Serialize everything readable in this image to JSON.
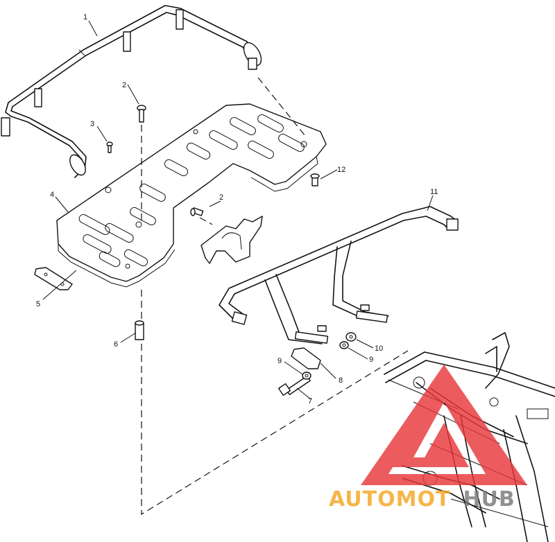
{
  "callouts": {
    "c1": "1",
    "c2a": "2",
    "c2b": "2",
    "c3": "3",
    "c4": "4",
    "c5": "5",
    "c6": "6",
    "c7": "7",
    "c8": "8",
    "c9a": "9",
    "c9b": "9",
    "c10": "10",
    "c11": "11",
    "c12": "12"
  },
  "watermark": {
    "text_orange": "AUTOMOT",
    "text_gray": "HUB",
    "color_red": "#e8383a",
    "color_orange": "#f5a623",
    "color_gray": "#7a7a7a"
  }
}
